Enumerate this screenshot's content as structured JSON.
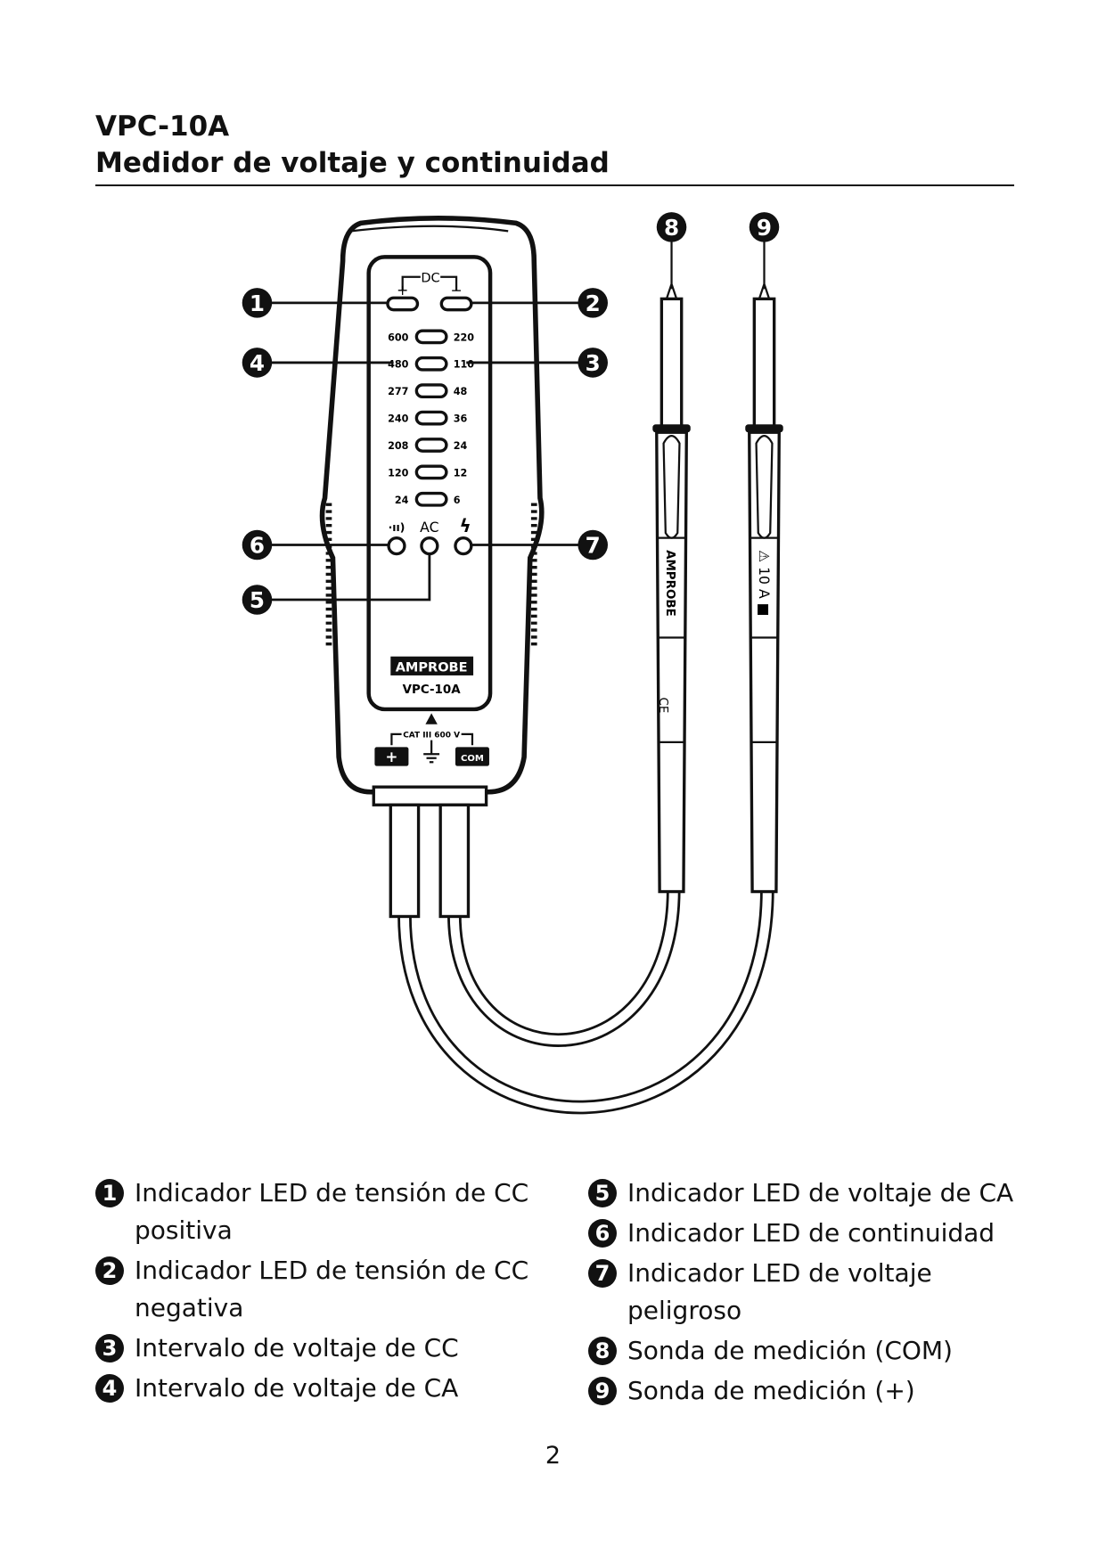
{
  "header": {
    "model": "VPC-10A",
    "title": "Medidor de voltaje y continuidad"
  },
  "device": {
    "dc_label": "DC",
    "plus": "+",
    "minus": "−",
    "ac_ranges": [
      "600",
      "480",
      "277",
      "240",
      "208",
      "120",
      "24"
    ],
    "dc_ranges": [
      "220",
      "110",
      "48",
      "36",
      "24",
      "12",
      "6"
    ],
    "continuity_symbol": "·ıı)",
    "ac_label": "AC",
    "hazard_symbol": "ϟ",
    "brand": "AMPROBE",
    "model": "VPC-10A",
    "cat_rating": "CAT III 600 V",
    "plus_terminal": "+",
    "com_terminal": "COM",
    "probe_com_label": "AMPROBE",
    "probe_com_mark": "CE",
    "probe_plus_label": "⚠ 10 A ■"
  },
  "callouts": [
    "1",
    "2",
    "3",
    "4",
    "5",
    "6",
    "7",
    "8",
    "9"
  ],
  "legend": {
    "left": [
      {
        "num": "1",
        "text": "Indicador LED de tensión de CC positiva"
      },
      {
        "num": "2",
        "text": "Indicador LED de tensión de CC negativa"
      },
      {
        "num": "3",
        "text": "Intervalo de voltaje de CC"
      },
      {
        "num": "4",
        "text": "Intervalo de voltaje de CA"
      }
    ],
    "right": [
      {
        "num": "5",
        "text": "Indicador LED de voltaje de CA"
      },
      {
        "num": "6",
        "text": "Indicador LED de continuidad"
      },
      {
        "num": "7",
        "text": "Indicador LED de voltaje peligroso"
      },
      {
        "num": "8",
        "text": "Sonda de medición (COM)"
      },
      {
        "num": "9",
        "text": "Sonda de medición (+)"
      }
    ]
  },
  "page_number": "2"
}
